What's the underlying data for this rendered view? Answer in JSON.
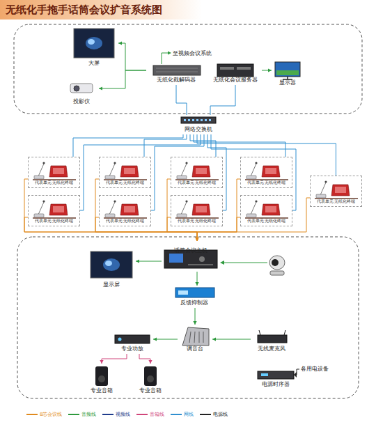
{
  "diagram": {
    "title": "无纸化手拖手话筒会议扩音系统图",
    "nodes": [
      {
        "text": [
          "大屏"
        ]
      },
      {
        "text": [
          "投影仪"
        ]
      },
      {
        "text": [
          "无纸化截解码器"
        ]
      },
      {
        "text": [
          "无纸化会议服务器"
        ]
      },
      {
        "text": [
          "显示器"
        ]
      },
      {
        "text": [
          "网络交换机"
        ]
      },
      {
        "text": [
          "代表单元 无纸化终端"
        ]
      },
      {
        "text": [
          "代表单元 无纸化终端"
        ]
      },
      {
        "text": [
          "代表单元 无纸化终端"
        ]
      },
      {
        "text": [
          "代表单元 无纸化终端"
        ]
      },
      {
        "text": [
          "代表单元 无纸化终端"
        ]
      },
      {
        "text": [
          "代表单元 无纸化终端"
        ]
      },
      {
        "text": [
          "代表单元 无纸化终端"
        ]
      },
      {
        "text": [
          "代表单元 无纸化终端"
        ]
      },
      {
        "text": [
          "代表单元 无纸化终端"
        ]
      },
      {
        "text": [
          "话筒会议主机"
        ]
      },
      {
        "text": [
          "显示屏"
        ]
      },
      {
        "text": [
          "反馈抑制器"
        ]
      },
      {
        "text": [
          "专业功放"
        ]
      },
      {
        "text": [
          "调音台"
        ]
      },
      {
        "text": [
          "无线麦克风"
        ]
      },
      {
        "text": [
          "专业音箱"
        ]
      },
      {
        "text": [
          "专业音箱"
        ]
      },
      {
        "text": [
          "电源时序器"
        ]
      }
    ],
    "edges": [
      {
        "from": 2,
        "to": 0,
        "arrow": "to"
      },
      {
        "from": 2,
        "to": 1,
        "arrow": "to"
      },
      {
        "from": 3,
        "to": 4,
        "arrow": "to"
      },
      {
        "from": 5,
        "to": 2,
        "arrow": "none"
      },
      {
        "from": 5,
        "to": 3,
        "arrow": "none"
      },
      {
        "from": 5,
        "to": 6,
        "arrow": "none"
      },
      {
        "from": 5,
        "to": 7,
        "arrow": "none"
      },
      {
        "from": 5,
        "to": 8,
        "arrow": "none"
      },
      {
        "from": 5,
        "to": 9,
        "arrow": "none"
      },
      {
        "from": 5,
        "to": 10,
        "arrow": "none"
      },
      {
        "from": 5,
        "to": 11,
        "arrow": "none"
      },
      {
        "from": 5,
        "to": 12,
        "arrow": "none"
      },
      {
        "from": 5,
        "to": 13,
        "arrow": "none"
      },
      {
        "from": 5,
        "to": 14,
        "arrow": "none"
      },
      {
        "from": 6,
        "to": 15,
        "arrow": "to"
      },
      {
        "from": 7,
        "to": 15,
        "arrow": "to"
      },
      {
        "from": 8,
        "to": 15,
        "arrow": "to"
      },
      {
        "from": 9,
        "to": 15,
        "arrow": "to"
      },
      {
        "from": 10,
        "to": 15,
        "arrow": "to"
      },
      {
        "from": 11,
        "to": 15,
        "arrow": "to"
      },
      {
        "from": 12,
        "to": 15,
        "arrow": "to"
      },
      {
        "from": 13,
        "to": 15,
        "arrow": "to"
      },
      {
        "from": 14,
        "to": 15,
        "arrow": "to"
      },
      {
        "from": 15,
        "to": 16,
        "arrow": "to"
      },
      {
        "from": 15,
        "to": 17,
        "arrow": "to"
      },
      {
        "from": 17,
        "to": 19,
        "arrow": "to"
      },
      {
        "from": 20,
        "to": 19,
        "arrow": "to"
      },
      {
        "from": 19,
        "to": 18,
        "arrow": "to"
      },
      {
        "from": 18,
        "to": 21,
        "arrow": "to"
      },
      {
        "from": 18,
        "to": 22,
        "arrow": "to"
      }
    ],
    "labels": [
      "至视频会议系统",
      "各用电设备"
    ],
    "legend": [
      {
        "text": "8芯会议线"
      },
      {
        "text": "音频线"
      },
      {
        "text": "视频线"
      },
      {
        "text": "音箱线"
      },
      {
        "text": "网线"
      },
      {
        "text": "电源线"
      }
    ]
  }
}
